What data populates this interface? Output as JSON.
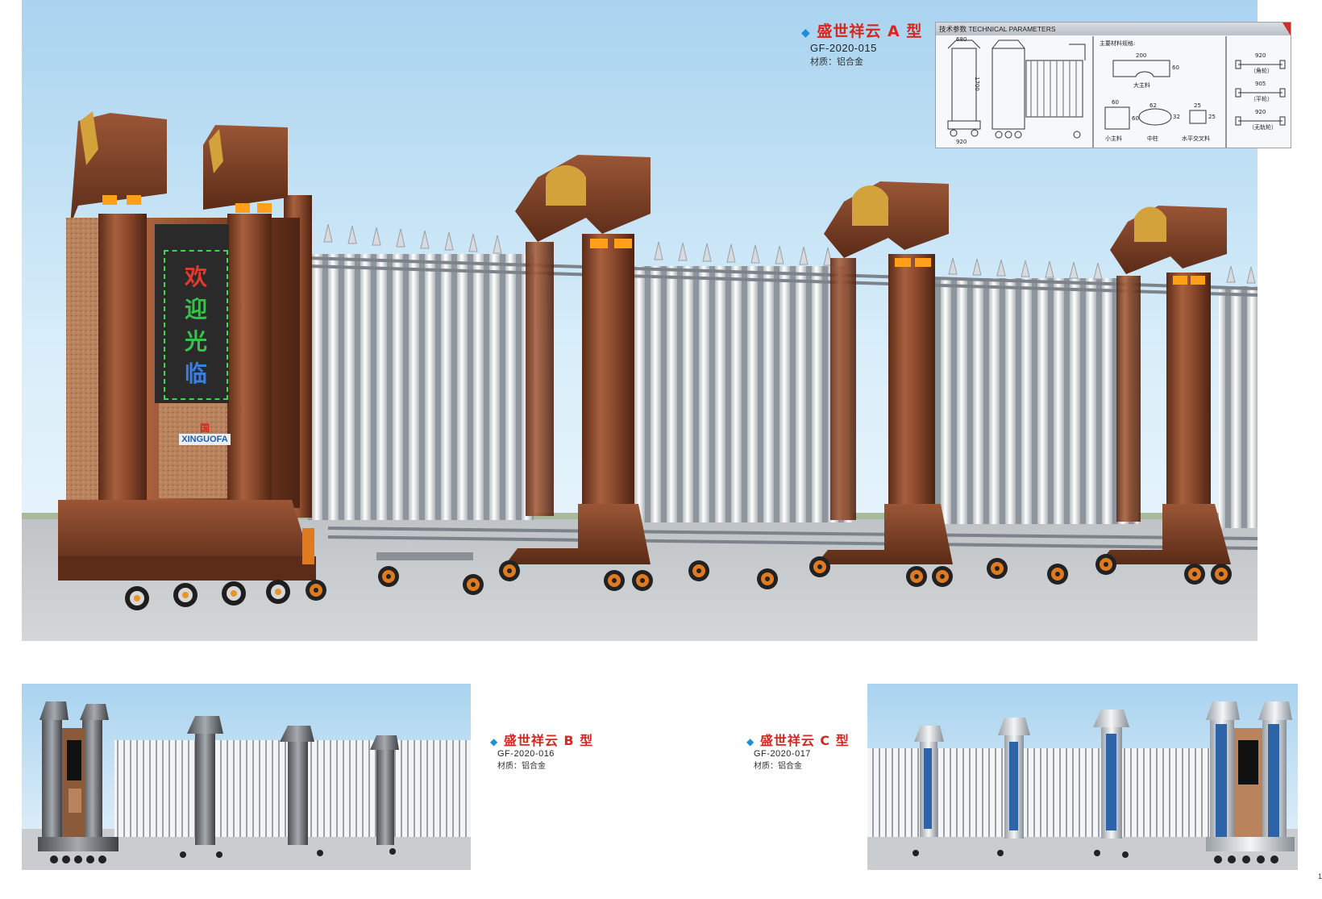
{
  "products": {
    "a": {
      "title": "盛世祥云 A 型",
      "code": "GF-2020-015",
      "material": "材质：铝合金"
    },
    "b": {
      "title": "盛世祥云 B 型",
      "code": "GF-2020-016",
      "material": "材质：铝合金"
    },
    "c": {
      "title": "盛世祥云 C 型",
      "code": "GF-2020-017",
      "material": "材质：铝合金"
    }
  },
  "sign": {
    "chars": [
      "欢",
      "迎",
      "光",
      "临"
    ]
  },
  "logo": {
    "text": "XINGUOFA",
    "mark": "国"
  },
  "tech": {
    "header": "技术参数    TECHNICAL PARAMETERS",
    "materials_label": "主要材料规格:",
    "dims": {
      "width_top": "680",
      "height": "1700",
      "width_bottom": "920"
    },
    "profiles": {
      "big_main": {
        "size": "200",
        "side": "60",
        "name": "大主料"
      },
      "small_main": {
        "size": "60",
        "side": "60",
        "name": "小主料"
      },
      "middle": {
        "size": "62",
        "side": "32",
        "name": "中柱"
      },
      "cross": {
        "size": "25",
        "side": "25",
        "name": "水平交叉料"
      }
    },
    "wheels": [
      {
        "size": "920",
        "name": "（角轮）"
      },
      {
        "size": "905",
        "name": "（平轮）"
      },
      {
        "size": "920",
        "name": "（无轨轮）"
      }
    ]
  },
  "page_number": "1",
  "colors": {
    "title_red": "#d8261f",
    "bronze": "#8a4a2e",
    "sky": "#bfe0f4"
  }
}
